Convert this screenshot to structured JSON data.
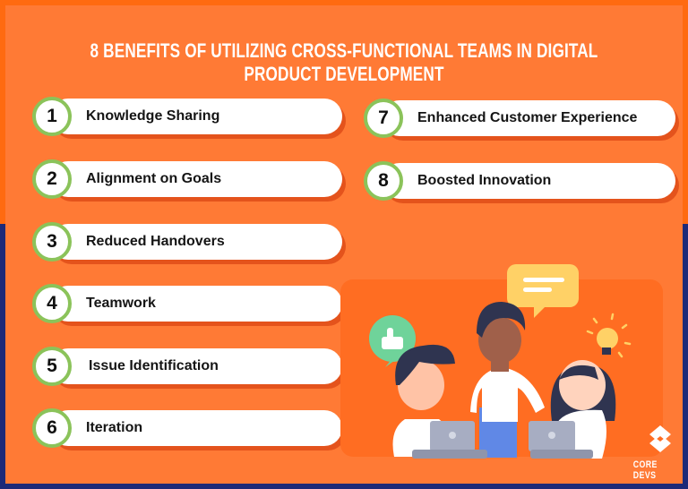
{
  "title": "8 BENEFITS OF UTILIZING CROSS-FUNCTIONAL TEAMS IN DIGITAL PRODUCT DEVELOPMENT",
  "benefits": [
    {
      "number": "1",
      "label": "Knowledge Sharing"
    },
    {
      "number": "2",
      "label": "Alignment on Goals"
    },
    {
      "number": "3",
      "label": "Reduced Handovers"
    },
    {
      "number": "4",
      "label": "Teamwork"
    },
    {
      "number": "5",
      "label": "Issue Identification"
    },
    {
      "number": "6",
      "label": "Iteration"
    },
    {
      "number": "7",
      "label": "Enhanced Customer Experience"
    },
    {
      "number": "8",
      "label": "Boosted Innovation"
    }
  ],
  "logo": {
    "text": "CORE DEVS"
  },
  "colors": {
    "background": "#ff7a35",
    "accent_ring": "#8bc35a",
    "frame": "#1d2a78"
  }
}
